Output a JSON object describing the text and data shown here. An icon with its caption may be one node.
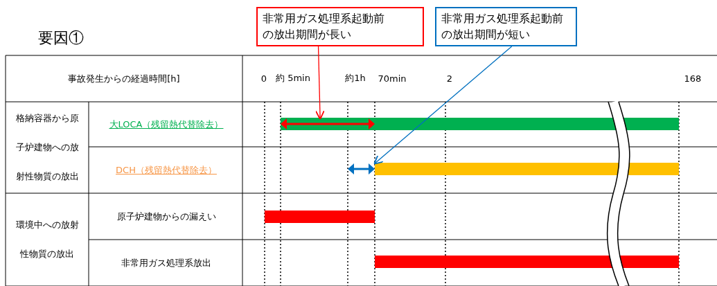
{
  "diagram": {
    "title": "要因①",
    "nodes": [
      {
        "text": [
          "非常用ガス処理系起動前の放出期間が長い"
        ]
      },
      {
        "text": [
          "非常用ガス処理系起動前の放出期間が短い"
        ]
      },
      {
        "text": [],
        "shape": "bar"
      },
      {
        "text": [],
        "shape": "arrow",
        "in": 2
      },
      {
        "text": [],
        "shape": "arrow"
      },
      {
        "text": [],
        "shape": "bar"
      },
      {
        "text": [],
        "shape": "bar"
      },
      {
        "text": [],
        "shape": "bar"
      }
    ],
    "edges": [
      {
        "from": 0,
        "to": 3,
        "arrow": "to",
        "color": "#ff0000"
      },
      {
        "from": 1,
        "to": 4,
        "arrow": "to",
        "color": "#0070c0"
      }
    ],
    "labels": [
      "事故発生からの経過時間[h]",
      "0",
      "約 5min",
      "約1h",
      "70min",
      "2",
      "168",
      "格納容器から原子炉建物への放射性物質の放出",
      "大LOCA（残留熱代替除去）",
      "DCH（残留熱代替除去）",
      "環境中への放射性物質の放出",
      "原子炉建物からの漏えい",
      "非常用ガス処理系放出"
    ]
  }
}
